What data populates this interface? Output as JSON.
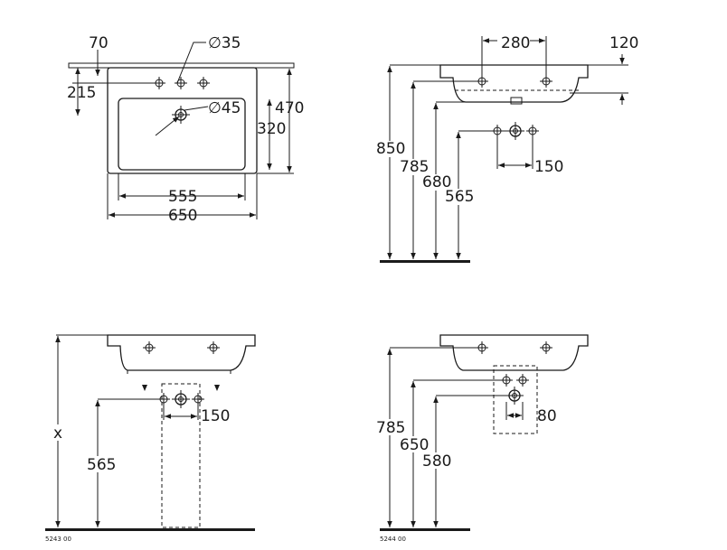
{
  "top_view": {
    "d_70": "70",
    "d_dia35": "∅35",
    "d_215": "215",
    "d_dia45": "∅45",
    "d_470": "470",
    "d_320": "320",
    "d_555": "555",
    "d_650": "650"
  },
  "side_view": {
    "d_280": "280",
    "d_120": "120",
    "d_850": "850",
    "d_785": "785",
    "d_680": "680",
    "d_565": "565",
    "d_150": "150"
  },
  "pedestal_view": {
    "d_x": "x",
    "d_565": "565",
    "d_150": "150",
    "code": "5243 00"
  },
  "semipedestal_view": {
    "d_785": "785",
    "d_650": "650",
    "d_580": "580",
    "d_80": "80",
    "code": "5244 00"
  },
  "icons": [
    "arrow-head-icon",
    "hole-marker-icon",
    "drain-icon",
    "floor-hatch-icon"
  ]
}
